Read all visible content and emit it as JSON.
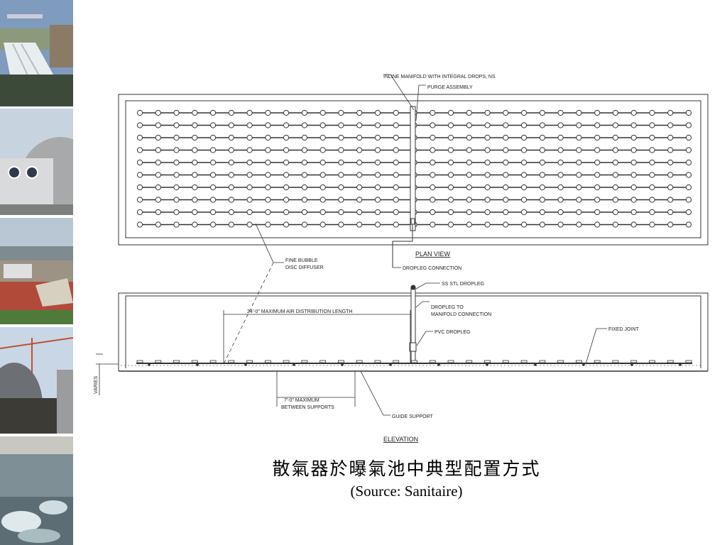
{
  "caption": {
    "title": "散氣器於曝氣池中典型配置方式",
    "source": "(Source: Sanitaire)"
  },
  "diagram": {
    "plan_view_title": "PLAN VIEW",
    "elevation_title": "ELEVATION",
    "labels": {
      "inline_manifold": "INLINE MANIFOLD WITH INTEGRAL DROPS, NS",
      "purge_assembly": "PURGE ASSEMBLY",
      "fine_bubble_diffuser_1": "FINE BUBBLE",
      "fine_bubble_diffuser_2": "DISC DIFFUSER",
      "dropleg_connection": "DROPLEG CONNECTION",
      "ss_dropleg": "SS STL DROPLEG",
      "dropleg_manifold_1": "DROPLEG TO",
      "dropleg_manifold_2": "MANIFOLD CONNECTION",
      "pvc_dropleg": "PVC DROPLEG",
      "fixed_joint": "FIXED JOINT",
      "max_distribution": "24'-0\" MAXIMUM AIR DISTRIBUTION LENGTH",
      "max_between_supports_1": "7'-0\" MAXIMUM",
      "max_between_supports_2": "BETWEEN SUPPORTS",
      "guide_support": "GUIDE SUPPORT",
      "varies": "VARIES"
    }
  },
  "colors": {
    "line": "#333333",
    "photo_sky": "#9fb4cc",
    "photo_ground": "#5e6e55"
  }
}
